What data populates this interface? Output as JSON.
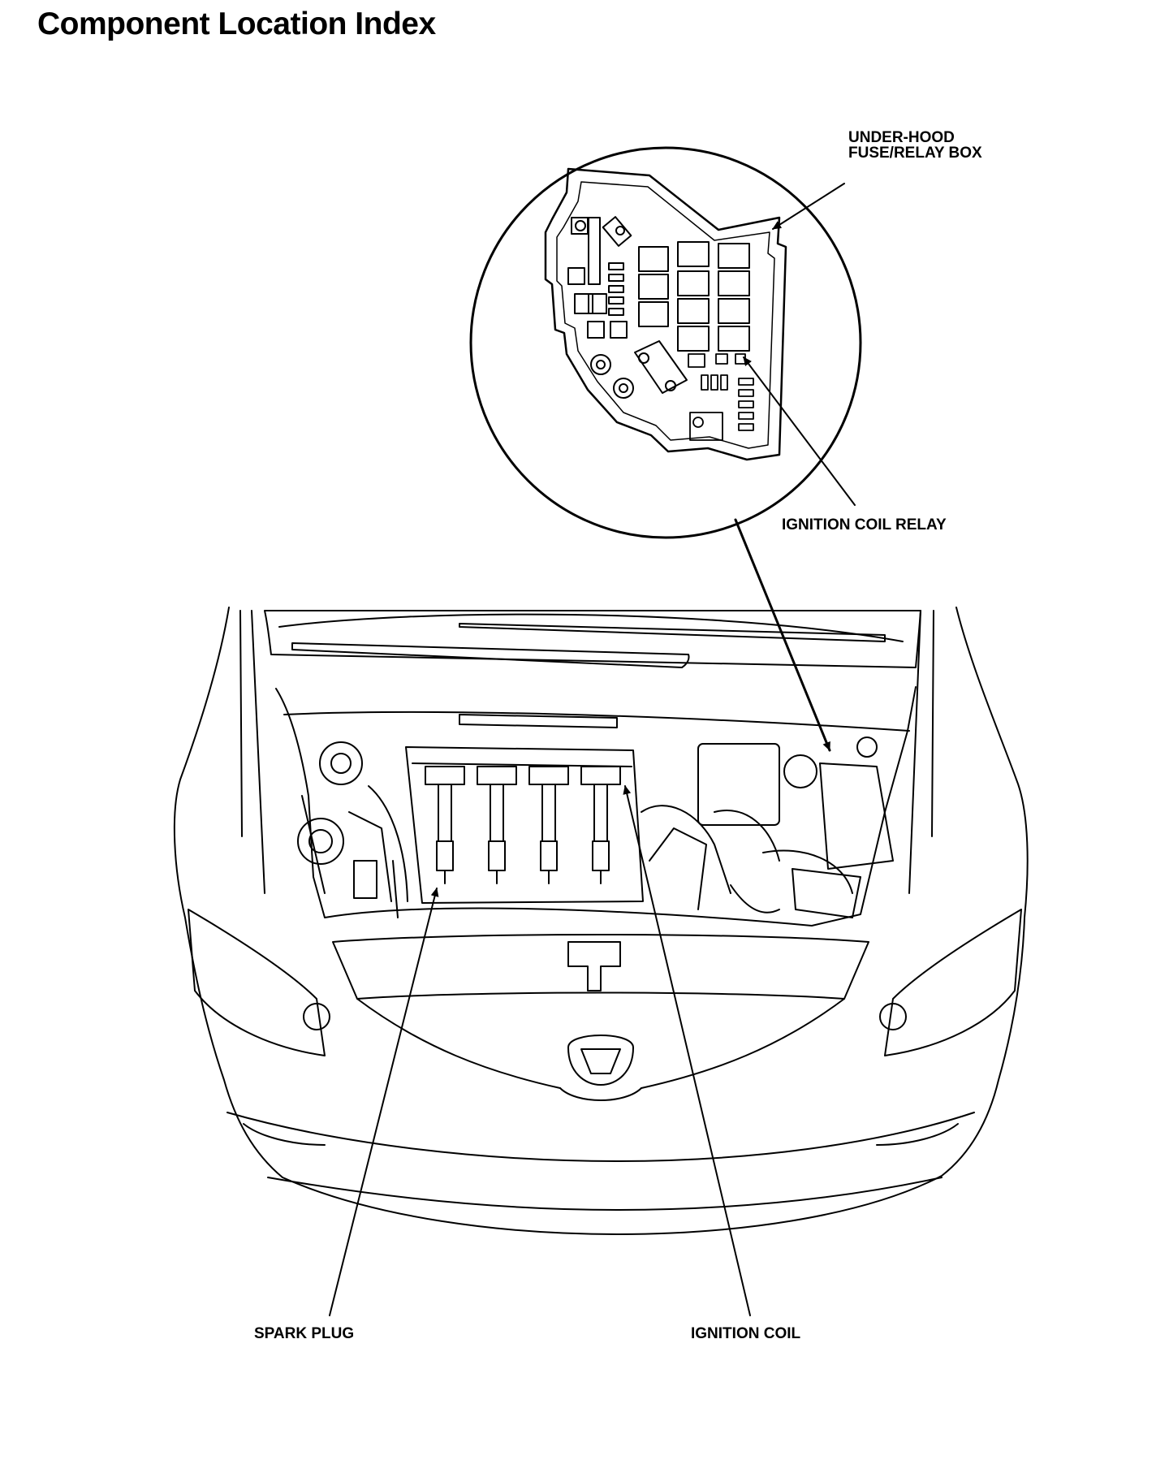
{
  "title": "Component Location Index",
  "callouts": {
    "fuse_box_line1": "UNDER-HOOD",
    "fuse_box_line2": "FUSE/RELAY BOX",
    "ignition_coil_relay": "IGNITION COIL RELAY",
    "spark_plug": "SPARK PLUG",
    "ignition_coil": "IGNITION COIL"
  },
  "colors": {
    "ink": "#000000",
    "paper": "#ffffff"
  }
}
